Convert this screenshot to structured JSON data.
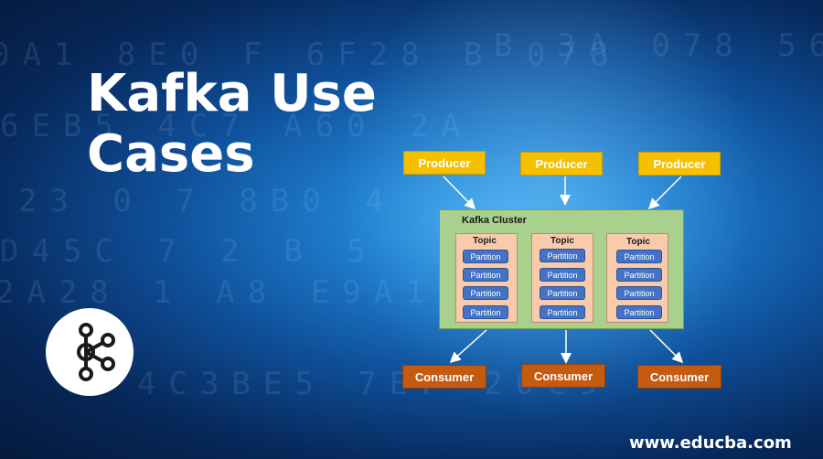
{
  "title": {
    "line1": "Kafka Use",
    "line2": "Cases"
  },
  "logo": {
    "icon": "kafka-logo-icon"
  },
  "diagram": {
    "producers": [
      "Producer",
      "Producer",
      "Producer"
    ],
    "cluster_label": "Kafka Cluster",
    "topics": [
      {
        "label": "Topic",
        "partitions": [
          "Partition",
          "Partition",
          "Partition",
          "Partition"
        ]
      },
      {
        "label": "Topic",
        "partitions": [
          "Partition",
          "Partition",
          "Partition",
          "Partition"
        ]
      },
      {
        "label": "Topic",
        "partitions": [
          "Partition",
          "Partition",
          "Partition",
          "Partition"
        ]
      }
    ],
    "consumers": [
      "Consumer",
      "Consumer",
      "Consumer"
    ]
  },
  "footer": {
    "url": "www.educba.com"
  },
  "colors": {
    "producer": "#f5c000",
    "consumer": "#c55a11",
    "cluster": "#a9d18e",
    "topic": "#f8cbad",
    "partition": "#4472c4"
  }
}
